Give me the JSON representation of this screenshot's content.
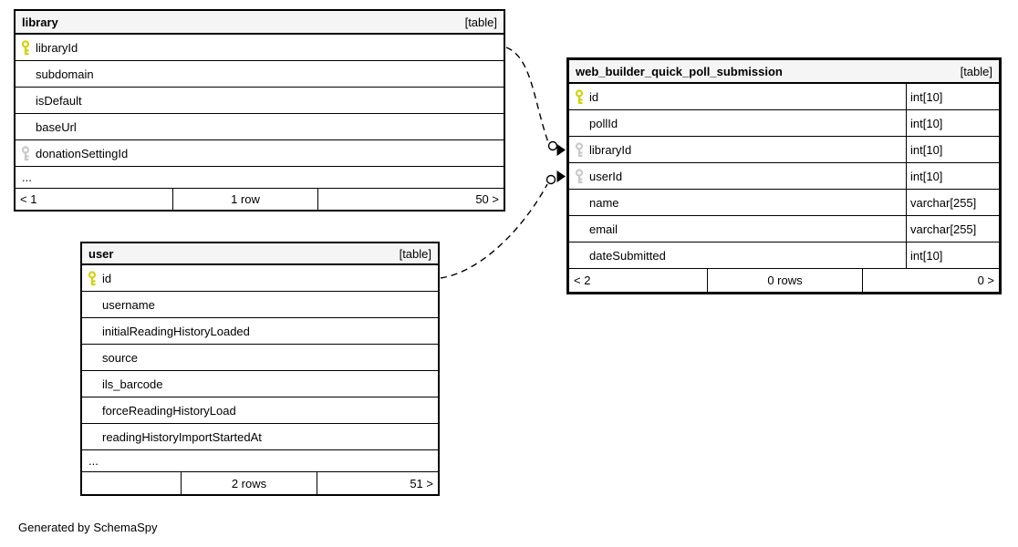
{
  "note": "Generated by SchemaSpy",
  "colors": {
    "header_bg": "#f5f5f5",
    "border": "#000000",
    "primary_key_icon": "#d2d20e",
    "foreign_key_icon": "#c9c9c9"
  },
  "tables": [
    {
      "name": "library",
      "badge": "[table]",
      "columns": [
        {
          "name": "libraryId",
          "key": "pk"
        },
        {
          "name": "subdomain",
          "key": ""
        },
        {
          "name": "isDefault",
          "key": ""
        },
        {
          "name": "baseUrl",
          "key": ""
        },
        {
          "name": "donationSettingId",
          "key": "fk"
        }
      ],
      "ellipsis": "...",
      "footer": {
        "left": "< 1",
        "center": "1 row",
        "right": "50 >"
      }
    },
    {
      "name": "web_builder_quick_poll_submission",
      "badge": "[table]",
      "columns": [
        {
          "name": "id",
          "key": "pk",
          "type": "int[10]"
        },
        {
          "name": "pollId",
          "key": "",
          "type": "int[10]"
        },
        {
          "name": "libraryId",
          "key": "fk",
          "type": "int[10]"
        },
        {
          "name": "userId",
          "key": "fk",
          "type": "int[10]"
        },
        {
          "name": "name",
          "key": "",
          "type": "varchar[255]"
        },
        {
          "name": "email",
          "key": "",
          "type": "varchar[255]"
        },
        {
          "name": "dateSubmitted",
          "key": "",
          "type": "int[10]"
        }
      ],
      "footer": {
        "left": "< 2",
        "center": "0 rows",
        "right": "0 >"
      }
    },
    {
      "name": "user",
      "badge": "[table]",
      "columns": [
        {
          "name": "id",
          "key": "pk"
        },
        {
          "name": "username",
          "key": ""
        },
        {
          "name": "initialReadingHistoryLoaded",
          "key": ""
        },
        {
          "name": "source",
          "key": ""
        },
        {
          "name": "ils_barcode",
          "key": ""
        },
        {
          "name": "forceReadingHistoryLoad",
          "key": ""
        },
        {
          "name": "readingHistoryImportStartedAt",
          "key": ""
        }
      ],
      "ellipsis": "...",
      "footer": {
        "left": "",
        "center": "2 rows",
        "right": "51 >"
      }
    }
  ],
  "relationships": [
    {
      "from": "library.libraryId",
      "to": "web_builder_quick_poll_submission.libraryId"
    },
    {
      "from": "user.id",
      "to": "web_builder_quick_poll_submission.userId"
    }
  ]
}
